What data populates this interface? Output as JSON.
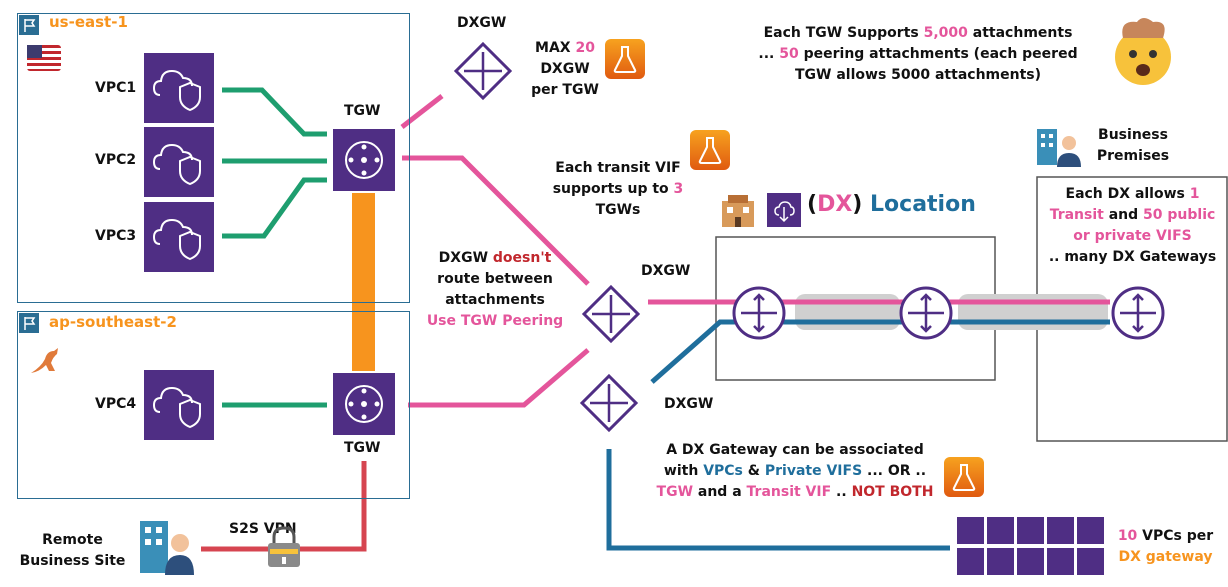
{
  "regions": {
    "east": {
      "label": "us-east-1"
    },
    "southeast": {
      "label": "ap-southeast-2"
    }
  },
  "vpcs": [
    "VPC1",
    "VPC2",
    "VPC3",
    "VPC4"
  ],
  "tgw_label": "TGW",
  "dxgw_label": "DXGW",
  "max_dxgw": {
    "prefix": "MAX ",
    "num": "20",
    "l2": "DXGW",
    "l3": "per TGW"
  },
  "tgw_supports": {
    "l1a": "Each TGW Supports ",
    "l1b": "5,000",
    "l1c": " attachments",
    "l2a": "... ",
    "l2b": "50",
    "l2c": " peering attachments (each peered",
    "l3": "TGW allows 5000 attachments)"
  },
  "transit_vif": {
    "l1": "Each transit VIF",
    "l2": "supports up to ",
    "num": "3",
    "l3": "TGWs"
  },
  "dx_location": {
    "open": "(",
    "dx": "DX",
    "close": ")",
    "loc": " Location"
  },
  "business_premises": {
    "l1": "Business",
    "l2": "Premises"
  },
  "dx_allows": {
    "l1a": "Each DX allows ",
    "l1b": "1",
    "l2a": "Transit",
    "l2b": " and ",
    "l2c": "50 public",
    "l3": "or private VIFS",
    "l4": ".. many DX Gateways"
  },
  "dxgw_route": {
    "l1": "DXGW ",
    "l1b": "doesn't",
    "l2": "route between",
    "l3": "attachments",
    "l4": "Use TGW Peering"
  },
  "dx_assoc": {
    "l1": "A DX Gateway  can be associated",
    "l2a": "with ",
    "l2b": "VPCs",
    "l2c": " & ",
    "l2d": "Private VIFS",
    "l2e": " ... OR ..",
    "l3a": "TGW",
    "l3b": " and a ",
    "l3c": "Transit VIF",
    "l3d": " .. ",
    "l3e": "NOT BOTH"
  },
  "vpc_per_dxgw": {
    "num": "10",
    "l1": " VPCs per",
    "l2": "DX gateway"
  },
  "remote_site": {
    "l1": "Remote",
    "l2": "Business Site"
  },
  "s2s_vpn": "S2S VPN",
  "colors": {
    "pink": "#e4559b",
    "green": "#1e9e6f",
    "orange": "#f7941e",
    "blue": "#1f6e9c",
    "red": "#d64550",
    "purple": "#4f2e84"
  }
}
